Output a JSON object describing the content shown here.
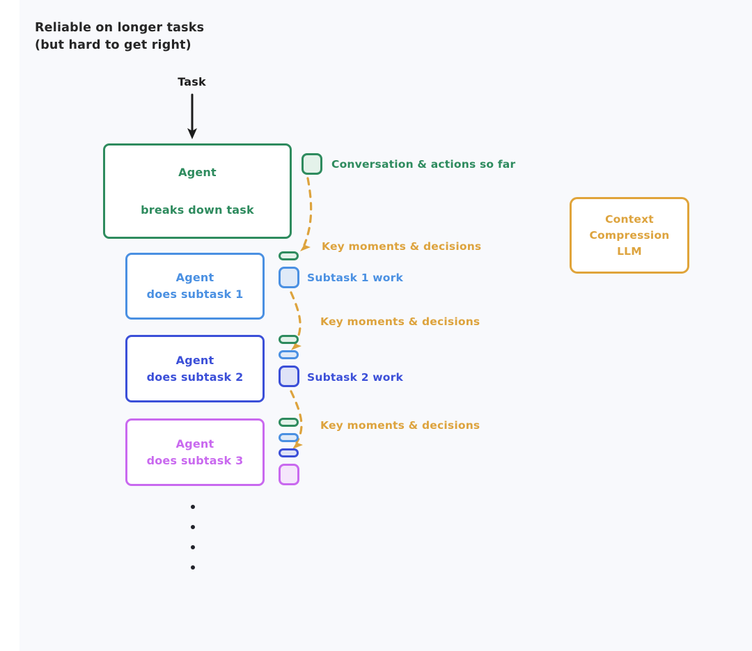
{
  "title": "Reliable on longer tasks\n(but hard to get right)",
  "task": {
    "label": "Task"
  },
  "boxes": {
    "root": {
      "line1": "Agent",
      "line2": "breaks down task",
      "color": "#2e8b5e"
    },
    "subtask1": {
      "line1": "Agent",
      "line2": "does subtask 1",
      "color": "#4a90e2"
    },
    "subtask2": {
      "line1": "Agent",
      "line2": "does subtask 2",
      "color": "#3b4fd8"
    },
    "subtask3": {
      "line1": "Agent",
      "line2": "does subtask 3",
      "color": "#c969ef"
    },
    "context": {
      "line1": "Context",
      "line2": "Compression",
      "line3": "LLM",
      "color": "#dda33d"
    }
  },
  "chip_labels": {
    "conversation": "Conversation & actions so far",
    "subtask1_work": "Subtask 1 work",
    "subtask2_work": "Subtask 2 work"
  },
  "annotations": {
    "key1": "Key moments & decisions",
    "key2": "Key moments & decisions",
    "key3": "Key moments & decisions"
  },
  "ellipsis": {
    "dot_count": 4
  },
  "colors": {
    "green": "#2e8b5e",
    "blue": "#4a90e2",
    "indigo": "#3b4fd8",
    "purple": "#c969ef",
    "orange": "#dda33d",
    "ink": "#262626",
    "canvas": "#f8f9fc"
  }
}
